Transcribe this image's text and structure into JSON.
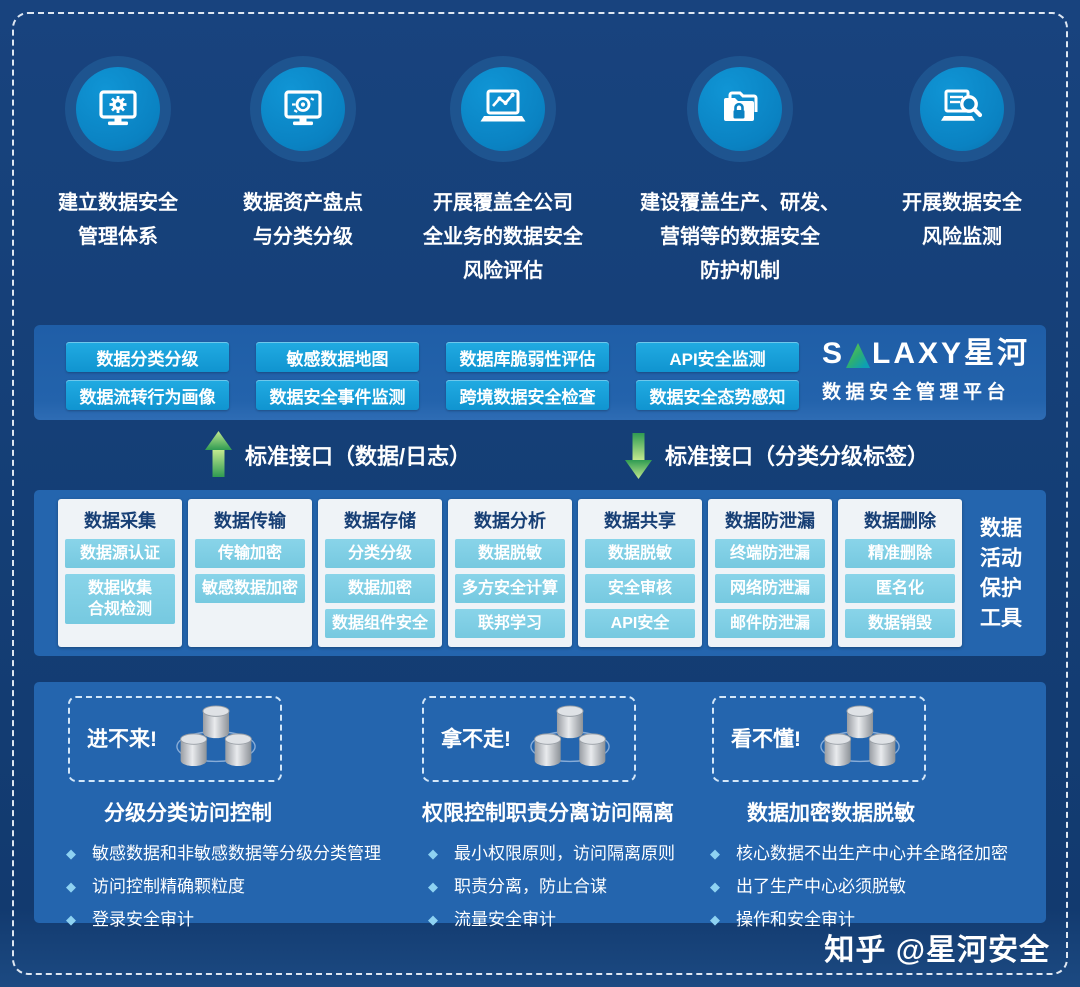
{
  "colors": {
    "page_bg": "#143e75",
    "panel_bg": "#2465ae",
    "bar_bg": "#2160a8",
    "button_cyan": "#17a3dc",
    "icon_circle_blue": "#0a82c2",
    "icon_halo_blue": "#1e548f",
    "card_bg": "#eff3f7",
    "card_header_text": "#173f75",
    "chip_bg": "#7ecfe5",
    "arrow_green_light": "#b9e586",
    "arrow_green_dark": "#2f9b52",
    "dashed_border": "#f0f6fc",
    "diamond_bullet": "#8ed2f2"
  },
  "goals": {
    "items": [
      {
        "icon": "monitor-gear-icon",
        "label": "建立数据安全\n管理体系"
      },
      {
        "icon": "monitor-scan-icon",
        "label": "数据资产盘点\n与分类分级"
      },
      {
        "icon": "laptop-chart-icon",
        "label": "开展覆盖全公司\n全业务的数据安全\n风险评估"
      },
      {
        "icon": "folder-lock-icon",
        "label": "建设覆盖生产、研发、\n营销等的数据安全\n防护机制"
      },
      {
        "icon": "laptop-search-icon",
        "label": "开展数据安全\n风险监测"
      }
    ]
  },
  "platform": {
    "buttons": [
      "数据分类分级",
      "敏感数据地图",
      "数据库脆弱性评估",
      "API安全监测",
      "数据流转行为画像",
      "数据安全事件监测",
      "跨境数据安全检查",
      "数据安全态势感知"
    ],
    "logo": {
      "part1": "S",
      "accent": "A",
      "part2": "LAXY星河",
      "subtitle": "数据安全管理平台"
    }
  },
  "interfaces": {
    "up_label": "标准接口（数据/日志）",
    "down_label": "标准接口（分类分级标签）"
  },
  "lifecycle": {
    "side_label": "数据\n活动\n保护\n工具",
    "columns": [
      {
        "title": "数据采集",
        "chips": [
          "数据源认证",
          "数据收集\n合规检测"
        ]
      },
      {
        "title": "数据传输",
        "chips": [
          "传输加密",
          "敏感数据加密"
        ]
      },
      {
        "title": "数据存储",
        "chips": [
          "分类分级",
          "数据加密",
          "数据组件安全"
        ]
      },
      {
        "title": "数据分析",
        "chips": [
          "数据脱敏",
          "多方安全计算",
          "联邦学习"
        ]
      },
      {
        "title": "数据共享",
        "chips": [
          "数据脱敏",
          "安全审核",
          "API安全"
        ]
      },
      {
        "title": "数据防泄漏",
        "chips": [
          "终端防泄漏",
          "网络防泄漏",
          "邮件防泄漏"
        ]
      },
      {
        "title": "数据删除",
        "chips": [
          "精准删除",
          "匿名化",
          "数据销毁"
        ]
      }
    ]
  },
  "principles": {
    "groups": [
      {
        "tag": "进不来!",
        "title": "分级分类访问控制",
        "bullets": [
          "敏感数据和非敏感数据等分级分类管理",
          "访问控制精确颗粒度",
          "登录安全审计"
        ]
      },
      {
        "tag": "拿不走!",
        "title": "权限控制职责分离访问隔离",
        "bullets": [
          "最小权限原则，访问隔离原则",
          "职责分离，防止合谋",
          "流量安全审计"
        ]
      },
      {
        "tag": "看不懂!",
        "title": "数据加密数据脱敏",
        "bullets": [
          "核心数据不出生产中心并全路径加密",
          "出了生产中心必须脱敏",
          "操作和安全审计"
        ]
      }
    ]
  },
  "watermark": "知乎 @星河安全"
}
